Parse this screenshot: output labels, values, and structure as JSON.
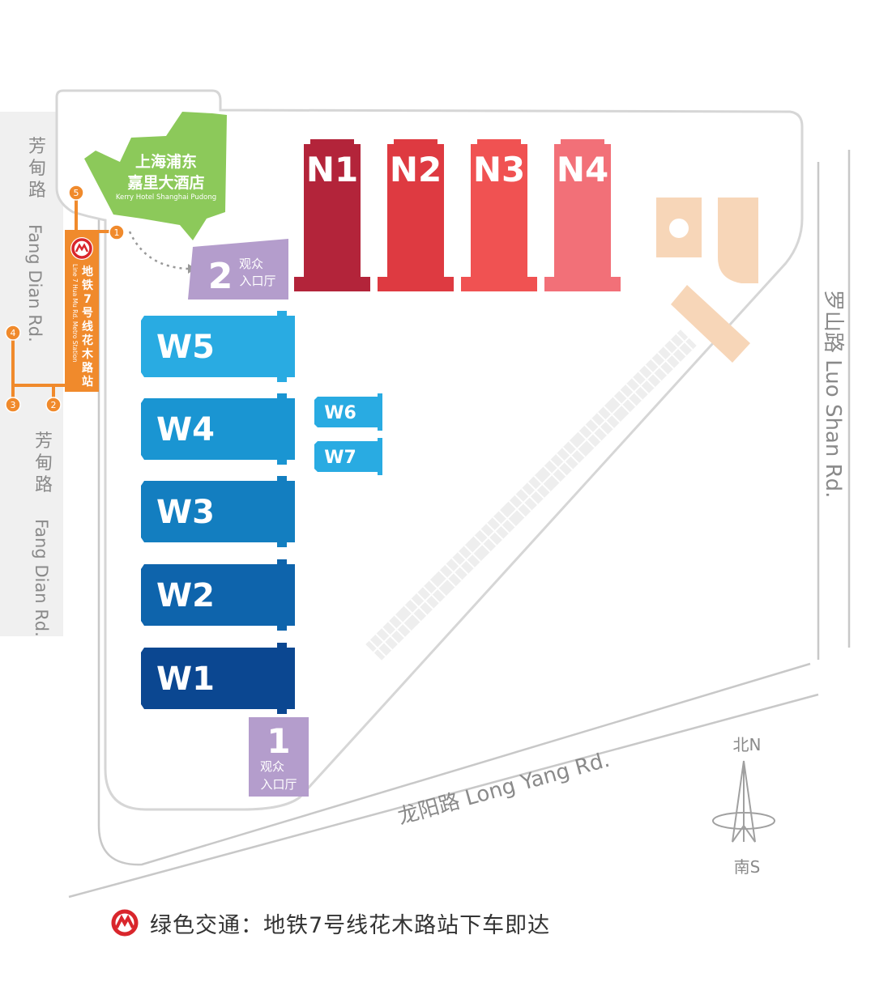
{
  "colors": {
    "north_halls": [
      "#b3243a",
      "#de3a41",
      "#f05252",
      "#f27078"
    ],
    "west_halls": [
      "#29abe2",
      "#1a95d2",
      "#137ec0",
      "#0e64ac",
      "#0b4791"
    ],
    "small_halls": "#29abe2",
    "entrance": "#b49dcc",
    "hotel": "#8cc95a",
    "metro": "#f08a2c",
    "metro_red": "#d9262c",
    "building": "#f7d6b8",
    "parking": "#eeeeee",
    "road_text": "#8a8a8a"
  },
  "halls": {
    "north": [
      "N1",
      "N2",
      "N3",
      "N4"
    ],
    "west": [
      "W5",
      "W4",
      "W3",
      "W2",
      "W1"
    ],
    "small": [
      "W6",
      "W7"
    ]
  },
  "entrances": {
    "e2": {
      "number": "2",
      "line1": "观众",
      "line2": "入口厅"
    },
    "e1": {
      "number": "1",
      "line1": "观众",
      "line2": "入口厅"
    }
  },
  "hotel": {
    "name_line1": "上海浦东",
    "name_line2": "嘉里大酒店",
    "name_en": "Kerry Hotel Shanghai Pudong"
  },
  "metro": {
    "station_cn": "地铁7号线花木路站",
    "station_en": "Line 7 Hua Mu Rd. Metro Station",
    "exits": [
      "1",
      "2",
      "3",
      "4",
      "5"
    ]
  },
  "roads": {
    "fang_dian_top_cn": "芳甸路",
    "fang_dian_top_en": "Fang Dian Rd.",
    "fang_dian_bottom_cn": "芳甸路",
    "fang_dian_bottom_en": "Fang Dian Rd.",
    "luo_shan": "罗山路 Luo Shan Rd.",
    "long_yang": "龙阳路 Long Yang Rd."
  },
  "compass": {
    "north": "北N",
    "south": "南S"
  },
  "footer": {
    "text": "绿色交通：地铁7号线花木路站下车即达"
  }
}
